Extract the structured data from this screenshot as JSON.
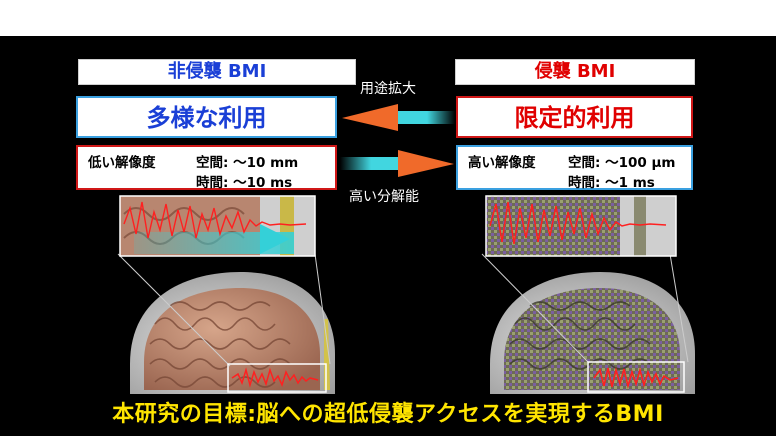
{
  "left": {
    "header": "非侵襲 BMI",
    "usage": "多様な利用",
    "resolution_label": "低い解像度",
    "spatial": "空間: ～10 mm",
    "temporal": "時間: ～10 ms"
  },
  "right": {
    "header": "侵襲 BMI",
    "usage": "限定的利用",
    "resolution_label": "高い解像度",
    "spatial": "空間: ～100 μm",
    "temporal": "時間: ～1 ms"
  },
  "arrows": {
    "top_label": "用途拡大",
    "bottom_label": "高い分解能"
  },
  "goal": "本研究の目標:脳への超低侵襲アクセスを実現するBMI",
  "colors": {
    "blue": "#1a3fd6",
    "red": "#e00000",
    "cyan_border": "#3aa0e0",
    "red_border": "#d01818",
    "arrow_orange": "#f06a2a",
    "arrow_cyan": "#41d6e0",
    "goal_yellow": "#ffe500"
  }
}
